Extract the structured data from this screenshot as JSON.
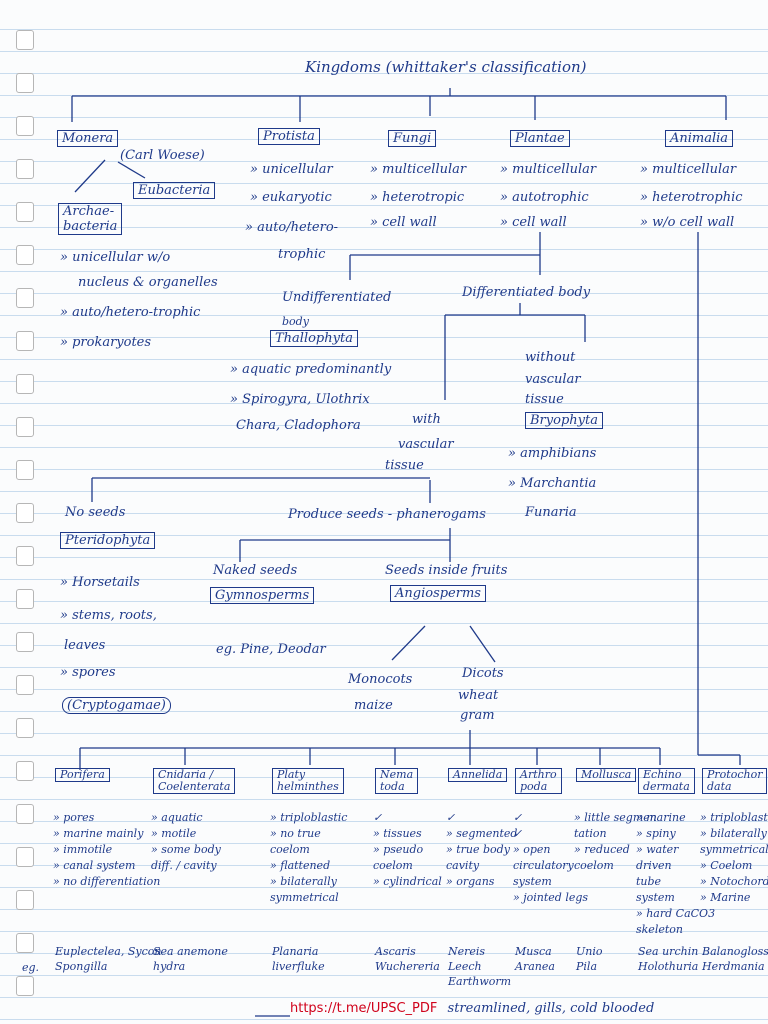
{
  "title": "Kingdoms (whittaker's classification)",
  "kingdoms": {
    "monera": "Monera",
    "monera_note": "(Carl Woese)",
    "eubacteria": "Eubacteria",
    "archaebacteria": "Archae-\nbacteria",
    "protista": "Protista",
    "fungi": "Fungi",
    "plantae": "Plantae",
    "animalia": "Animalia"
  },
  "monera_props": [
    "» unicellular w/o",
    "nucleus & organelles",
    "» auto/hetero-trophic",
    "» prokaryotes"
  ],
  "protista_props": [
    "» unicellular",
    "» eukaryotic",
    "» auto/hetero-",
    "trophic"
  ],
  "fungi_props": [
    "» multicellular",
    "» heterotropic",
    "» cell wall"
  ],
  "plantae_props": [
    "» multicellular",
    "» autotrophic",
    "» cell wall"
  ],
  "animalia_props": [
    "» multicellular",
    "» heterotrophic",
    "» w/o cell wall"
  ],
  "plants": {
    "undifferentiated": "Undifferentiated",
    "undiff_body": "body",
    "thallophyta": "Thallophyta",
    "thallo_props": [
      "» aquatic predominantly",
      "» Spirogyra, Ulothrix",
      "Chara, Cladophora"
    ],
    "differentiated": "Differentiated body",
    "without_vascular": [
      "without",
      "vascular",
      "tissue"
    ],
    "with_vascular": [
      "with",
      "vascular",
      "tissue"
    ],
    "bryophyta": "Bryophyta",
    "bryo_props": [
      "» amphibians",
      "» Marchantia",
      "Funaria"
    ],
    "no_seeds": "No seeds",
    "pteridophyta": "Pteridophyta",
    "pterido_props": [
      "» Horsetails",
      "» stems, roots,",
      "leaves",
      "» spores"
    ],
    "cryptogamae": "(Cryptogamae)",
    "produce_seeds": "Produce seeds - phanerogams",
    "naked_seeds": "Naked seeds",
    "gymnosperms": "Gymnosperms",
    "gymno_eg": "eg. Pine, Deodar",
    "seeds_fruits": "Seeds inside fruits",
    "angiosperms": "Angiosperms",
    "monocots": "Monocots",
    "monocots_eg": "maize",
    "dicots": "Dicots",
    "dicots_eg": [
      "wheat",
      "gram"
    ]
  },
  "animals": [
    {
      "name": "Porifera",
      "props": [
        "» pores",
        "» marine mainly",
        "» immotile",
        "» canal system",
        "» no differentiation"
      ],
      "eg": [
        "Euplectelea, Sycon",
        "Spongilla"
      ]
    },
    {
      "name": "Cnidaria /\nCoelenterata",
      "props": [
        "» aquatic",
        "» motile",
        "» some body",
        "diff. / cavity"
      ],
      "eg": [
        "Sea anemone",
        "hydra"
      ]
    },
    {
      "name": "Platy\nhelminthes",
      "props": [
        "» triploblastic",
        "» no true",
        "coelom",
        "» flattened",
        "» bilaterally",
        "symmetrical"
      ],
      "eg": [
        "Planaria",
        "liverfluke"
      ]
    },
    {
      "name": "Nema\ntoda",
      "props": [
        "✓",
        "» tissues",
        "» pseudo",
        "coelom",
        "» cylindrical"
      ],
      "eg": [
        "Ascaris",
        "Wuchereria"
      ]
    },
    {
      "name": "Annelida",
      "props": [
        "✓",
        "» segmented",
        "» true body",
        "cavity",
        "» organs"
      ],
      "eg": [
        "Nereis",
        "Leech",
        "Earthworm"
      ]
    },
    {
      "name": "Arthro\npoda",
      "props": [
        "✓",
        "✓",
        "» open",
        "circulatory",
        "system",
        "» jointed legs"
      ],
      "eg": [
        "Musca",
        "Aranea"
      ]
    },
    {
      "name": "Mollusca",
      "props": [
        "» little segmen",
        "tation",
        "» reduced",
        "coelom"
      ],
      "eg": [
        "Unio",
        "Pila"
      ]
    },
    {
      "name": "Echino\ndermata",
      "props": [
        "» marine",
        "» spiny",
        "» water",
        "driven",
        "tube",
        "system",
        "» hard CaCO3",
        "skeleton"
      ],
      "eg": [
        "Sea urchin",
        "Holothuria"
      ]
    },
    {
      "name": "Protochor\ndata",
      "props": [
        "» triploblastic",
        "» bilaterally",
        "symmetrical",
        "» Coelom",
        "» Notochord",
        "» Marine"
      ],
      "eg": [
        "Balanoglossus",
        "Herdmania"
      ]
    }
  ],
  "eg_label": "eg.",
  "footer": {
    "url": "https://t.me/UPSC_PDF",
    "text": "streamlined, gills, cold blooded"
  }
}
